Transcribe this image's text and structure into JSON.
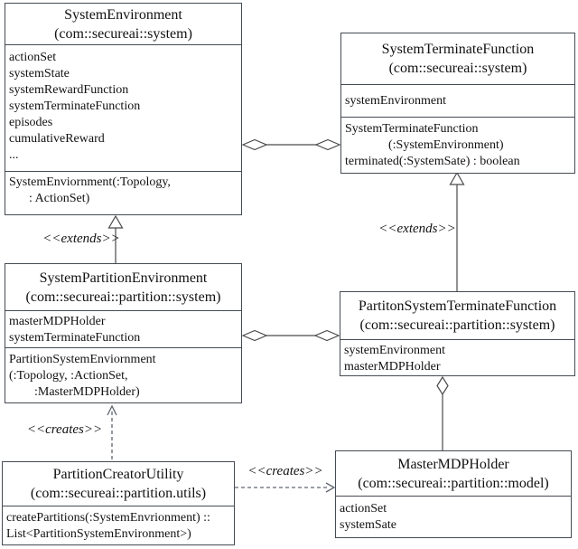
{
  "diagram": {
    "colors": {
      "background": "#ffffff",
      "border": "#454b54",
      "connector": "#4a4a4a",
      "dashed_connector": "#5f6670",
      "self_loop": "#8a8f96",
      "text": "#111111"
    },
    "classes": [
      {
        "name": "SystemEnvironment",
        "package": "(com::secureai::system)",
        "attributes": [
          "actionSet",
          "systemState",
          "systemRewardFunction",
          "systemTerminateFunction",
          "episodes",
          "cumulativeReward",
          "..."
        ],
        "methods": [
          "SystemEnviornment(:Topology,",
          ": ActionSet)"
        ]
      },
      {
        "name": "SystemTerminateFunction",
        "package": "(com::secureai::system)",
        "attributes": [
          "systemEnvironment"
        ],
        "methods": [
          "SystemTerminateFunction",
          "(:SystemEnvironment)",
          "terminated(:SystemSate) : boolean"
        ]
      },
      {
        "name": "SystemPartitionEnvironment",
        "package": "(com::secureai::partition::system)",
        "attributes": [
          "masterMDPHolder",
          "systemTerminateFunction"
        ],
        "methods": [
          "PartitionSystemEnviornment",
          "(:Topology, :ActionSet,",
          ":MasterMDPHolder)"
        ]
      },
      {
        "name": "PartitonSystemTerminateFunction",
        "package": "(com::secureai::partition::system)",
        "attributes": [
          "systemEnvironment",
          "masterMDPHolder"
        ],
        "methods": []
      },
      {
        "name": "PartitionCreatorUtility",
        "package": "(com::secureai::partition.utils)",
        "attributes": [],
        "methods": [
          "createPartitions(:SystemEnvrionment) ::",
          "List<PartitionSystemEnvironment>)"
        ]
      },
      {
        "name": "MasterMDPHolder",
        "package": "(com::secureai::partition::model)",
        "attributes": [
          "actionSet",
          "systemSate"
        ],
        "methods": []
      }
    ],
    "relationship_labels": {
      "extends_left": "<<extends>>",
      "extends_right": "<<extends>>",
      "creates_vertical": "<<creates>>",
      "creates_horizontal": "<<creates>>"
    },
    "relationships": [
      {
        "type": "aggregation-both-ends",
        "between": [
          "SystemEnvironment",
          "SystemTerminateFunction"
        ]
      },
      {
        "type": "aggregation-both-ends",
        "between": [
          "SystemPartitionEnvironment",
          "PartitonSystemTerminateFunction"
        ]
      },
      {
        "type": "extends",
        "from": "SystemPartitionEnvironment",
        "to": "SystemEnvironment"
      },
      {
        "type": "extends",
        "from": "PartitonSystemTerminateFunction",
        "to": "SystemTerminateFunction"
      },
      {
        "type": "aggregation",
        "from": "PartitonSystemTerminateFunction",
        "to": "MasterMDPHolder"
      },
      {
        "type": "creates",
        "from": "PartitionCreatorUtility",
        "to": "SystemPartitionEnvironment"
      },
      {
        "type": "creates",
        "from": "PartitionCreatorUtility",
        "to": "MasterMDPHolder"
      }
    ]
  }
}
